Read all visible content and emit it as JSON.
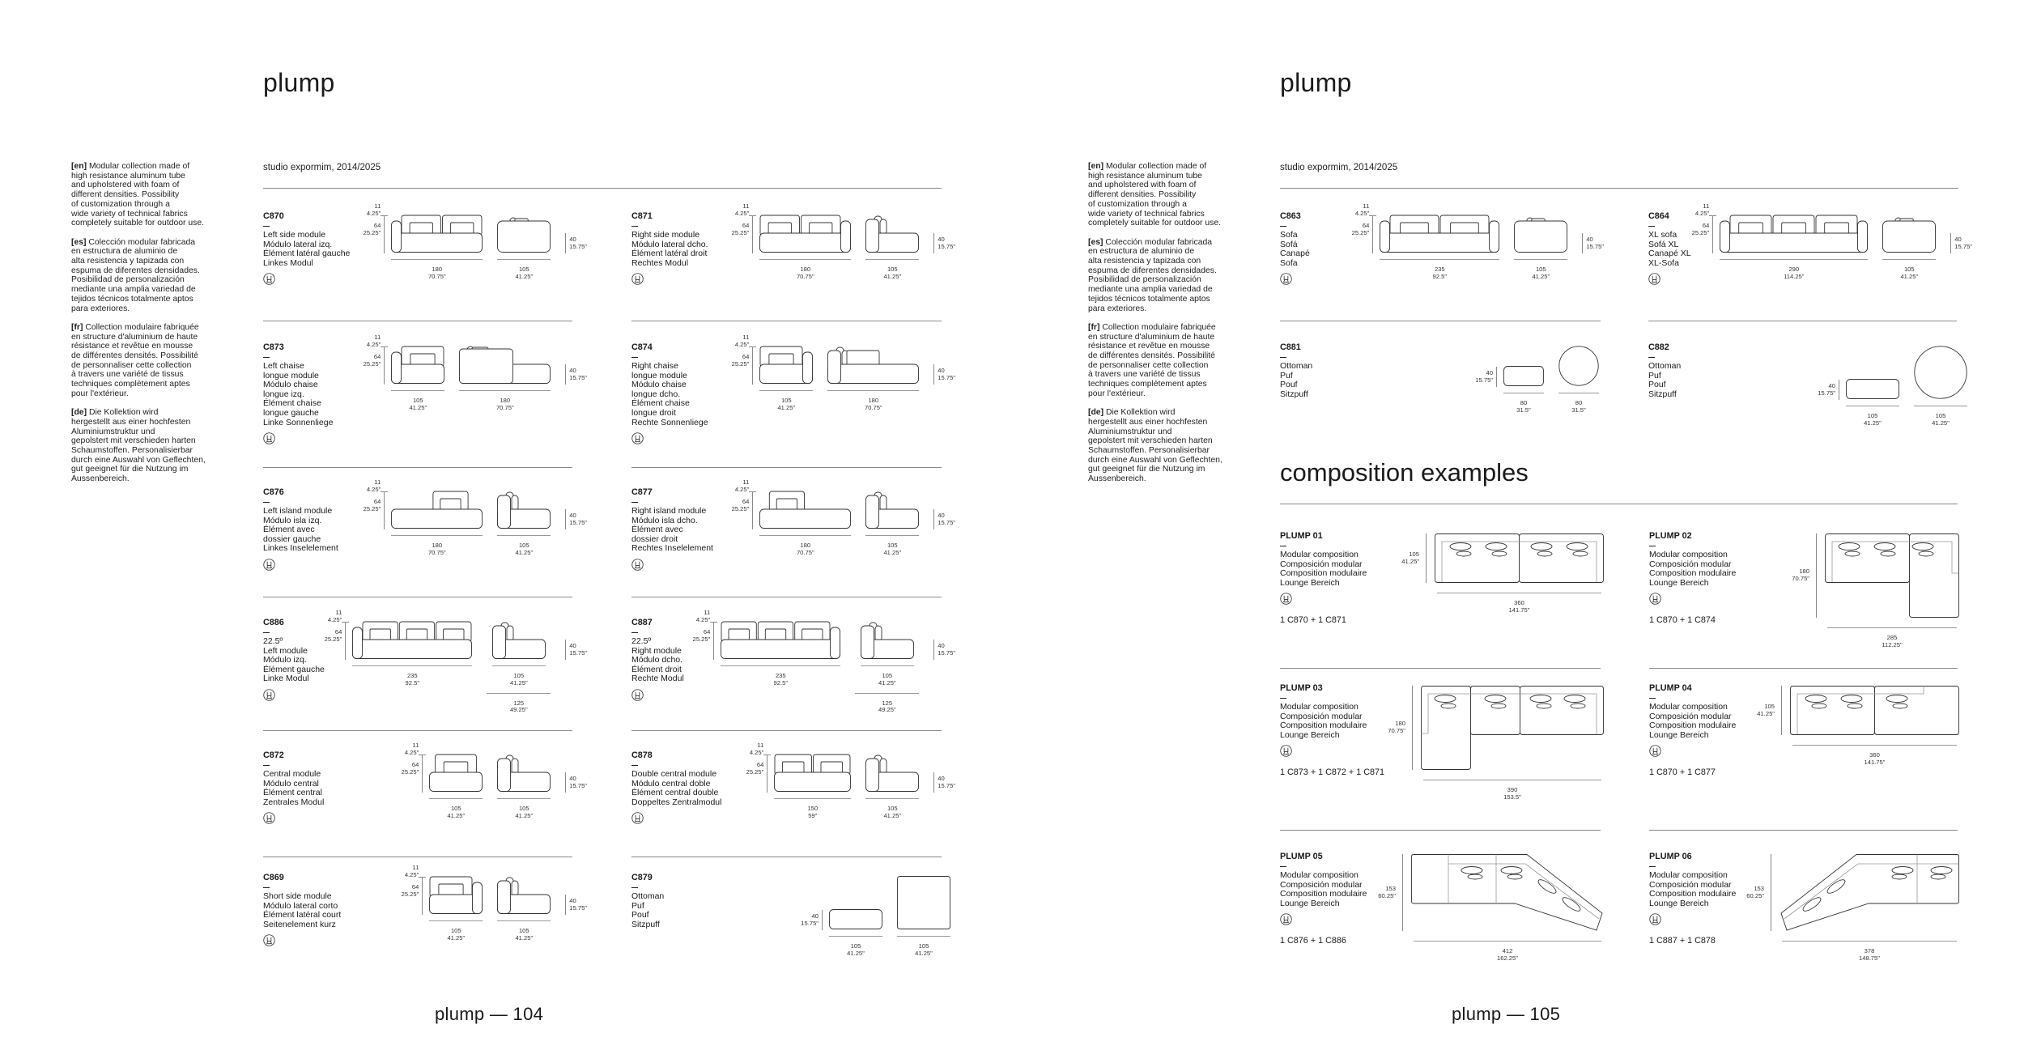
{
  "pages": [
    {
      "title": "plump",
      "description": [
        {
          "lang": "[en]",
          "text": "Modular collection made of\nhigh resistance aluminum tube\nand upholstered with foam of\ndifferent densities. Possibility\nof customization through a\nwide variety of technical fabrics\ncompletely suitable for outdoor use."
        },
        {
          "lang": "[es]",
          "text": "Colección modular fabricada\nen estructura de aluminio de\nalta resistencia y tapizada con\nespuma de diferentes densidades.\nPosibilidad de personalización\nmediante una amplia variedad de\ntejidos técnicos totalmente aptos\npara exteriores."
        },
        {
          "lang": "[fr]",
          "text": "Collection modulaire fabriquée\nen structure d'aluminium de haute\nrésistance et revêtue en mousse\nde différentes densités. Possibilité\nde personnaliser cette collection\nà travers une variété de tissus\ntechniques complètement aptes\npour l'extérieur."
        },
        {
          "lang": "[de]",
          "text": "Die Kollektion wird\nhergestellt aus einer hochfesten\nAluminiumstruktur und\ngepolstert mit verschieden harten\nSchaumstoffen. Personalisierbar\ndurch eine Auswahl von Geflechten,\ngut geeignet für die Nutzung im\nAussenbereich."
        }
      ],
      "studio": "studio expormim, 2014/2025",
      "columns": [
        [
          {
            "code": "C870",
            "names": [
              "Left side module",
              "Módulo lateral izq.",
              "Élément latéral gauche",
              "Linkes Modul"
            ],
            "icon": "outdoor-icon",
            "dims": {
              "top": [
                "11",
                "4.25\""
              ],
              "height": [
                "64",
                "25.25\""
              ],
              "seat": [
                "40",
                "15.75\""
              ],
              "views": [
                {
                  "w": "180",
                  "w_in": "70.75\""
                },
                {
                  "w": "105",
                  "w_in": "41.25\""
                }
              ]
            }
          },
          {
            "code": "C873",
            "names": [
              "Left chaise",
              "longue module",
              "Módulo chaise",
              "longue izq.",
              "Élément chaise",
              "longue gauche",
              "Linke Sonnenliege"
            ],
            "icon": "outdoor-icon",
            "dims": {
              "top": [
                "11",
                "4.25\""
              ],
              "height": [
                "64",
                "25.25\""
              ],
              "seat": [
                "40",
                "15.75\""
              ],
              "views": [
                {
                  "w": "105",
                  "w_in": "41.25\""
                },
                {
                  "w": "180",
                  "w_in": "70.75\""
                }
              ]
            }
          },
          {
            "code": "C876",
            "names": [
              "Left island module",
              "Módulo isla izq.",
              "Élément avec",
              "dossier gauche",
              "Linkes Inselelement"
            ],
            "icon": "outdoor-icon",
            "dims": {
              "top": [
                "11",
                "4.25\""
              ],
              "height": [
                "64",
                "25.25\""
              ],
              "seat": [
                "40",
                "15.75\""
              ],
              "views": [
                {
                  "w": "180",
                  "w_in": "70.75\""
                },
                {
                  "w": "105",
                  "w_in": "41.25\""
                }
              ]
            }
          },
          {
            "code": "C886",
            "names": [
              "22.5º",
              "Left module",
              "Módulo izq.",
              "Élément gauche",
              "Linke Modul"
            ],
            "icon": "outdoor-icon",
            "dims": {
              "top": [
                "11",
                "4.25\""
              ],
              "height": [
                "64",
                "25.25\""
              ],
              "seat": [
                "40",
                "15.75\""
              ],
              "views": [
                {
                  "w": "235",
                  "w_in": "92.5\""
                },
                {
                  "w": "105",
                  "w_in": "41.25\"",
                  "extra_w": "125",
                  "extra_w_in": "49.25\""
                }
              ]
            }
          },
          {
            "code": "C872",
            "names": [
              "Central module",
              "Módulo central",
              "Élément central",
              "Zentrales Modul"
            ],
            "icon": "outdoor-icon",
            "dims": {
              "top": [
                "11",
                "4.25\""
              ],
              "height": [
                "64",
                "25.25\""
              ],
              "seat": [
                "40",
                "15.75\""
              ],
              "views": [
                {
                  "w": "105",
                  "w_in": "41.25\""
                },
                {
                  "w": "105",
                  "w_in": "41.25\""
                }
              ]
            }
          },
          {
            "code": "C869",
            "names": [
              "Short side module",
              "Módulo lateral corto",
              "Élément latéral court",
              "Seitenelement kurz"
            ],
            "icon": "outdoor-icon",
            "dims": {
              "top": [
                "11",
                "4.25\""
              ],
              "height": [
                "64",
                "25.25\""
              ],
              "seat": [
                "40",
                "15.75\""
              ],
              "views": [
                {
                  "w": "105",
                  "w_in": "41.25\""
                },
                {
                  "w": "105",
                  "w_in": "41.25\""
                }
              ]
            }
          }
        ],
        [
          {
            "code": "C871",
            "names": [
              "Right side module",
              "Módulo lateral dcho.",
              "Élément latéral droit",
              "Rechtes Modul"
            ],
            "icon": "outdoor-icon",
            "dims": {
              "top": [
                "11",
                "4.25\""
              ],
              "height": [
                "64",
                "25.25\""
              ],
              "seat": [
                "40",
                "15.75\""
              ],
              "views": [
                {
                  "w": "180",
                  "w_in": "70.75\""
                },
                {
                  "w": "105",
                  "w_in": "41.25\""
                }
              ]
            }
          },
          {
            "code": "C874",
            "names": [
              "Right chaise",
              "longue module",
              "Módulo chaise",
              "longue dcho.",
              "Élément chaise",
              "longue droit",
              "Rechte Sonnenliege"
            ],
            "icon": "outdoor-icon",
            "dims": {
              "top": [
                "11",
                "4.25\""
              ],
              "height": [
                "64",
                "25.25\""
              ],
              "seat": [
                "40",
                "15.75\""
              ],
              "views": [
                {
                  "w": "105",
                  "w_in": "41.25\""
                },
                {
                  "w": "180",
                  "w_in": "70.75\""
                }
              ]
            }
          },
          {
            "code": "C877",
            "names": [
              "Right island module",
              "Módulo isla dcho.",
              "Élément avec",
              "dossier droit",
              "Rechtes Inselelement"
            ],
            "icon": "outdoor-icon",
            "dims": {
              "top": [
                "11",
                "4.25\""
              ],
              "height": [
                "64",
                "25.25\""
              ],
              "seat": [
                "40",
                "15.75\""
              ],
              "views": [
                {
                  "w": "180",
                  "w_in": "70.75\""
                },
                {
                  "w": "105",
                  "w_in": "41.25\""
                }
              ]
            }
          },
          {
            "code": "C887",
            "names": [
              "22.5º",
              "Right module",
              "Módulo dcho.",
              "Élément droit",
              "Rechte Modul"
            ],
            "icon": "outdoor-icon",
            "dims": {
              "top": [
                "11",
                "4.25\""
              ],
              "height": [
                "64",
                "25.25\""
              ],
              "seat": [
                "40",
                "15.75\""
              ],
              "views": [
                {
                  "w": "235",
                  "w_in": "92.5\""
                },
                {
                  "w": "105",
                  "w_in": "41.25\"",
                  "extra_w": "125",
                  "extra_w_in": "49.25\""
                }
              ]
            }
          },
          {
            "code": "C878",
            "names": [
              "Double central module",
              "Módulo central doble",
              "Élément central double",
              "Doppeltes Zentralmodul"
            ],
            "icon": "outdoor-icon",
            "dims": {
              "top": [
                "11",
                "4.25\""
              ],
              "height": [
                "64",
                "25.25\""
              ],
              "seat": [
                "40",
                "15.75\""
              ],
              "views": [
                {
                  "w": "150",
                  "w_in": "59\""
                },
                {
                  "w": "105",
                  "w_in": "41.25\""
                }
              ]
            }
          },
          {
            "code": "C879",
            "names": [
              "Ottoman",
              "Puf",
              "Pouf",
              "Sitzpuff"
            ],
            "dims": {
              "seat": [
                "40",
                "15.75\""
              ],
              "views": [
                {
                  "w": "105",
                  "w_in": "41.25\""
                },
                {
                  "w": "105",
                  "w_in": "41.25\""
                }
              ]
            }
          }
        ]
      ],
      "footer": "plump — 104"
    },
    {
      "title": "plump",
      "description": [
        {
          "lang": "[en]",
          "text": "Modular collection made of\nhigh resistance aluminum tube\nand upholstered with foam of\ndifferent densities. Possibility\nof customization through a\nwide variety of technical fabrics\ncompletely suitable for outdoor use."
        },
        {
          "lang": "[es]",
          "text": "Colección modular fabricada\nen estructura de aluminio de\nalta resistencia y tapizada con\nespuma de diferentes densidades.\nPosibilidad de personalización\nmediante una amplia variedad de\ntejidos técnicos totalmente aptos\npara exteriores."
        },
        {
          "lang": "[fr]",
          "text": "Collection modulaire fabriquée\nen structure d'aluminium de haute\nrésistance et revêtue en mousse\nde différentes densités. Possibilité\nde personnaliser cette collection\nà travers une variété de tissus\ntechniques complètement aptes\npour l'extérieur."
        },
        {
          "lang": "[de]",
          "text": "Die Kollektion wird\nhergestellt aus einer hochfesten\nAluminiumstruktur und\ngepolstert mit verschieden harten\nSchaumstoffen. Personalisierbar\ndurch eine Auswahl von Geflechten,\ngut geeignet für die Nutzung im\nAussenbereich."
        }
      ],
      "studio": "studio expormim, 2014/2025",
      "columns": [
        [
          {
            "code": "C863",
            "names": [
              "Sofa",
              "Sofá",
              "Canapé",
              "Sofa"
            ],
            "icon": "outdoor-icon",
            "dims": {
              "top": [
                "11",
                "4.25\""
              ],
              "height": [
                "64",
                "25.25\""
              ],
              "seat": [
                "40",
                "15.75\""
              ],
              "views": [
                {
                  "w": "235",
                  "w_in": "92.5\""
                },
                {
                  "w": "105",
                  "w_in": "41.25\""
                }
              ]
            }
          },
          {
            "code": "C881",
            "names": [
              "Ottoman",
              "Puf",
              "Pouf",
              "Sitzpuff"
            ],
            "dims": {
              "seat": [
                "40",
                "15.75\""
              ],
              "views": [
                {
                  "w": "80",
                  "w_in": "31.5\""
                },
                {
                  "w": "80",
                  "w_in": "31.5\""
                }
              ]
            }
          }
        ],
        [
          {
            "code": "C864",
            "names": [
              "XL sofa",
              "Sofá XL",
              "Canapé XL",
              "XL-Sofa"
            ],
            "icon": "outdoor-icon",
            "dims": {
              "top": [
                "11",
                "4.25\""
              ],
              "height": [
                "64",
                "25.25\""
              ],
              "seat": [
                "40",
                "15.75\""
              ],
              "views": [
                {
                  "w": "290",
                  "w_in": "114.25\""
                },
                {
                  "w": "105",
                  "w_in": "41.25\""
                }
              ]
            }
          },
          {
            "code": "C882",
            "names": [
              "Ottoman",
              "Puf",
              "Pouf",
              "Sitzpuff"
            ],
            "dims": {
              "seat": [
                "40",
                "15.75\""
              ],
              "views": [
                {
                  "w": "105",
                  "w_in": "41.25\""
                },
                {
                  "w": "105",
                  "w_in": "41.25\""
                }
              ]
            }
          }
        ]
      ],
      "section_title": "composition examples",
      "compositions": [
        [
          {
            "name": "PLUMP 01",
            "names": [
              "Modular composition",
              "Composición modular",
              "Composition modulaire",
              "Lounge Bereich"
            ],
            "formula": "1 C870 + 1 C871",
            "height": [
              "105",
              "41.25\""
            ],
            "width": [
              "360",
              "141.75\""
            ]
          },
          {
            "name": "PLUMP 03",
            "names": [
              "Modular composition",
              "Composición modular",
              "Composition modulaire",
              "Lounge Bereich"
            ],
            "formula": "1 C873 + 1 C872 + 1 C871",
            "height": [
              "180",
              "70.75\""
            ],
            "width": [
              "390",
              "153.5\""
            ]
          },
          {
            "name": "PLUMP 05",
            "names": [
              "Modular composition",
              "Composición modular",
              "Composition modulaire",
              "Lounge Bereich"
            ],
            "formula": "1 C876 + 1 C886",
            "height": [
              "153",
              "60.25\""
            ],
            "width": [
              "412",
              "162.25\""
            ]
          }
        ],
        [
          {
            "name": "PLUMP 02",
            "names": [
              "Modular composition",
              "Composición modular",
              "Composition modulaire",
              "Lounge Bereich"
            ],
            "formula": "1 C870 + 1 C874",
            "height": [
              "180",
              "70.75\""
            ],
            "width": [
              "285",
              "112.25\""
            ]
          },
          {
            "name": "PLUMP 04",
            "names": [
              "Modular composition",
              "Composición modular",
              "Composition modulaire",
              "Lounge Bereich"
            ],
            "formula": "1 C870 + 1 C877",
            "height": [
              "105",
              "41.25\""
            ],
            "width": [
              "360",
              "141.75\""
            ]
          },
          {
            "name": "PLUMP 06",
            "names": [
              "Modular composition",
              "Composición modular",
              "Composition modulaire",
              "Lounge Bereich"
            ],
            "formula": "1 C887 + 1 C878",
            "height": [
              "153",
              "60.25\""
            ],
            "width": [
              "378",
              "148.75\""
            ]
          }
        ]
      ],
      "footer": "plump — 105"
    }
  ]
}
